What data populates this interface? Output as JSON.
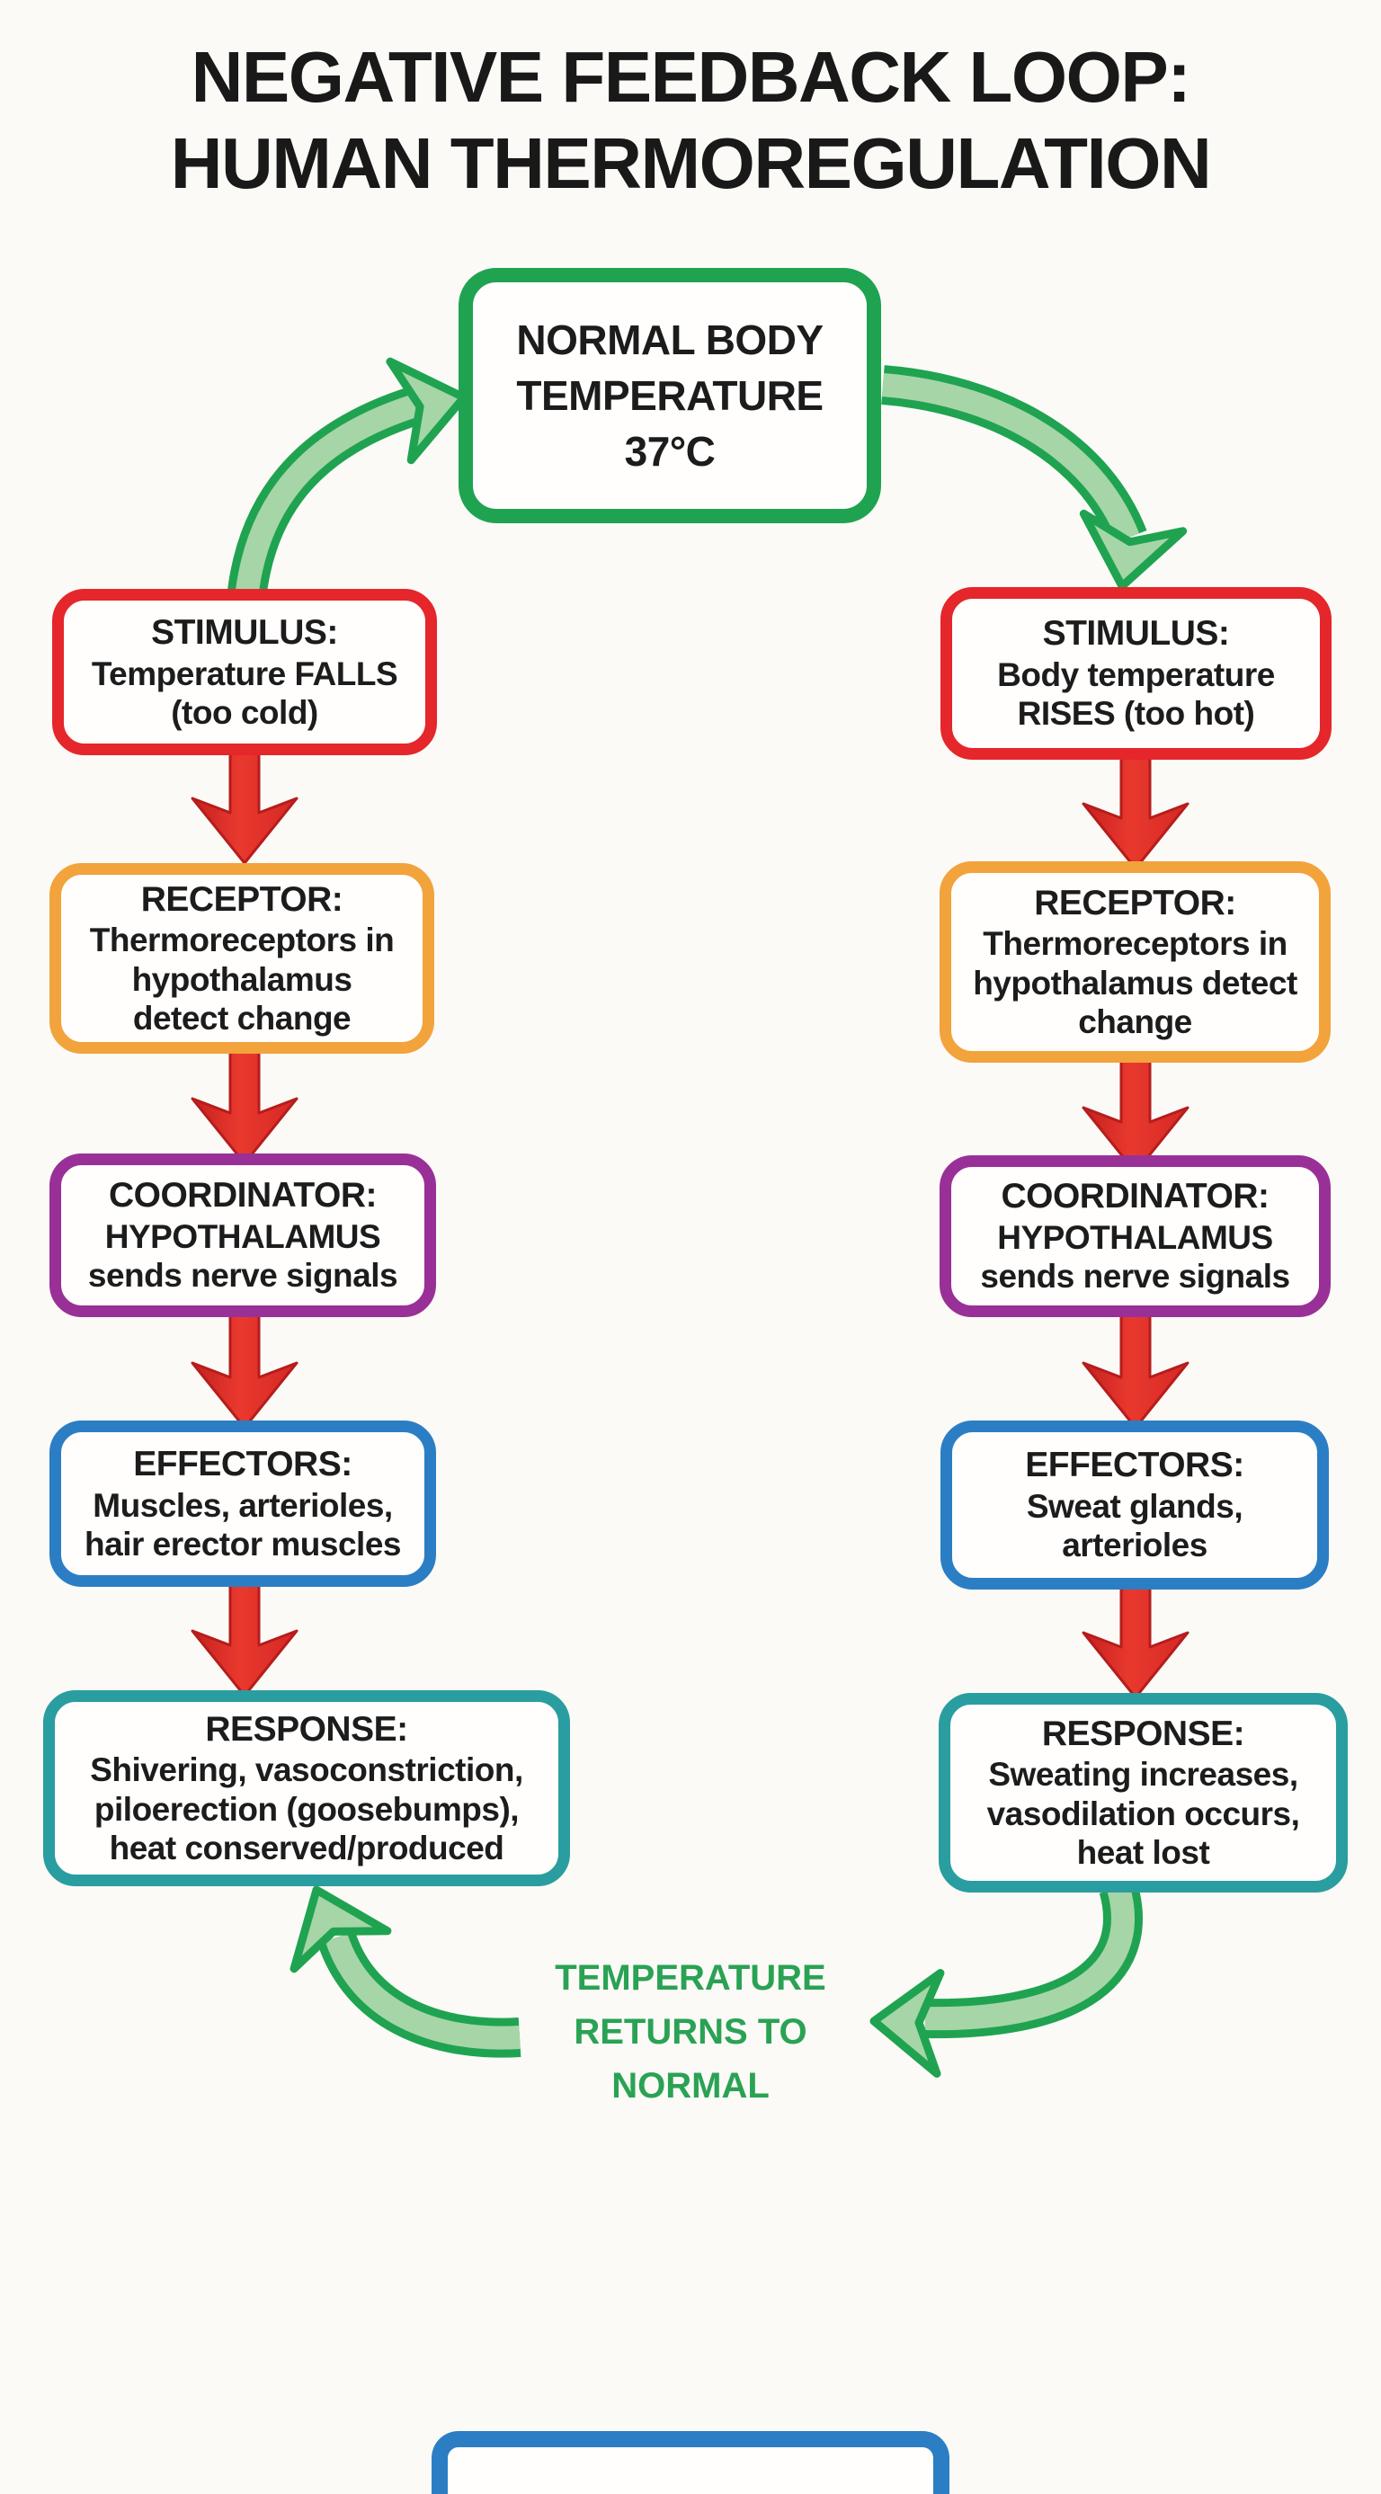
{
  "title": {
    "line1": "NEGATIVE FEEDBACK LOOP:",
    "line2": "HUMAN THERMOREGULATION"
  },
  "normal_box": {
    "lines": [
      "NORMAL BODY",
      "TEMPERATURE",
      "37°C"
    ]
  },
  "left_column": {
    "boxes": [
      {
        "header": "STIMULUS:",
        "lines": [
          "Temperature FALLS",
          "(too cold)"
        ],
        "border_color": "#e5262b"
      },
      {
        "header": "RECEPTOR:",
        "lines": [
          "Thermoreceptors in",
          "hypothalamus",
          "detect change"
        ],
        "border_color": "#f2a33c"
      },
      {
        "header": "COORDINATOR:",
        "lines": [
          "HYPOTHALAMUS",
          "sends nerve signals"
        ],
        "border_color": "#993097"
      },
      {
        "header": "EFFECTORS:",
        "lines": [
          "Muscles, arterioles,",
          "hair erector muscles"
        ],
        "border_color": "#2b7ec4"
      },
      {
        "header": "RESPONSE:",
        "lines": [
          "Shivering, vasoconstriction,",
          "piloerection (goosebumps),",
          "heat conserved/produced"
        ],
        "border_color": "#2a9da0"
      }
    ]
  },
  "right_column": {
    "boxes": [
      {
        "header": "STIMULUS:",
        "lines": [
          "Body temperature",
          "RISES (too hot)"
        ],
        "border_color": "#e5262b"
      },
      {
        "header": "RECEPTOR:",
        "lines": [
          "Thermoreceptors in",
          "hypothalamus detect",
          "change"
        ],
        "border_color": "#f2a33c"
      },
      {
        "header": "COORDINATOR:",
        "lines": [
          "HYPOTHALAMUS",
          "sends nerve signals"
        ],
        "border_color": "#993097"
      },
      {
        "header": "EFFECTORS:",
        "lines": [
          "Sweat glands,",
          "arterioles"
        ],
        "border_color": "#2b7ec4"
      },
      {
        "header": "RESPONSE:",
        "lines": [
          "Sweating increases,",
          "vasodilation occurs,",
          "heat lost"
        ],
        "border_color": "#2a9da0"
      }
    ]
  },
  "return_label": {
    "line1": "TEMPERATURE",
    "line2": "RETURNS TO",
    "line3": "NORMAL",
    "color": "#2aa254"
  },
  "colors": {
    "background": "#fbfaf6",
    "text": "#1c1c1c",
    "green_accent": "#1fa351",
    "green_arrow_fill": "#a6d5a8",
    "red_accent": "#e5262b",
    "orange_accent": "#f2a33c",
    "purple_accent": "#993097",
    "blue_accent": "#2b7ec4",
    "teal_accent": "#2a9da0"
  }
}
